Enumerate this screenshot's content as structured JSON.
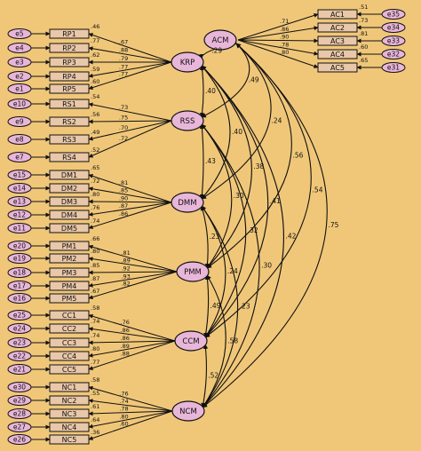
{
  "colors": {
    "background": "#f0c779",
    "latent_fill": "#e8b6d9",
    "error_fill": "#e8b6d9",
    "indicator_fill": "#e9c7a9",
    "line": "#111111"
  },
  "latent_variables": [
    {
      "id": "ACM",
      "label": "ACM"
    },
    {
      "id": "KRP",
      "label": "KRP"
    },
    {
      "id": "RSS",
      "label": "RSS"
    },
    {
      "id": "DMM",
      "label": "DMM"
    },
    {
      "id": "PMM",
      "label": "PMM"
    },
    {
      "id": "CCM",
      "label": "CCM"
    },
    {
      "id": "NCM",
      "label": "NCM"
    }
  ],
  "measurement_blocks": [
    {
      "latent": "ACM",
      "items": [
        {
          "indicator": "AC1",
          "error": "e35",
          "loading": ".71",
          "r2": ".51"
        },
        {
          "indicator": "AC2",
          "error": "e34",
          "loading": ".86",
          "r2": ".73"
        },
        {
          "indicator": "AC3",
          "error": "e33",
          "loading": ".90",
          "r2": ".81"
        },
        {
          "indicator": "AC4",
          "error": "e32",
          "loading": ".78",
          "r2": ".60"
        },
        {
          "indicator": "AC5",
          "error": "e31",
          "loading": ".80",
          "r2": ".65"
        }
      ]
    },
    {
      "latent": "KRP",
      "items": [
        {
          "indicator": "RP1",
          "error": "e5",
          "loading": ".67",
          "r2": ".46"
        },
        {
          "indicator": "RP2",
          "error": "e4",
          "loading": ".88",
          "r2": ".77"
        },
        {
          "indicator": "RP3",
          "error": "e3",
          "loading": ".79",
          "r2": ".62"
        },
        {
          "indicator": "RP4",
          "error": "e2",
          "loading": ".77",
          "r2": ".59"
        },
        {
          "indicator": "RP5",
          "error": "e1",
          "loading": ".77",
          "r2": ".60"
        }
      ]
    },
    {
      "latent": "RSS",
      "items": [
        {
          "indicator": "RS1",
          "error": "e10",
          "loading": ".73",
          "r2": ".54"
        },
        {
          "indicator": "RS2",
          "error": "e9",
          "loading": ".75",
          "r2": ".56"
        },
        {
          "indicator": "RS3",
          "error": "e8",
          "loading": ".70",
          "r2": ".49"
        },
        {
          "indicator": "RS4",
          "error": "e7",
          "loading": ".72",
          "r2": ".52"
        }
      ]
    },
    {
      "latent": "DMM",
      "items": [
        {
          "indicator": "DM1",
          "error": "e15",
          "loading": ".81",
          "r2": ".65"
        },
        {
          "indicator": "DM2",
          "error": "e14",
          "loading": ".85",
          "r2": ".72"
        },
        {
          "indicator": "DM3",
          "error": "e13",
          "loading": ".90",
          "r2": ".80"
        },
        {
          "indicator": "DM4",
          "error": "e12",
          "loading": ".87",
          "r2": ".76"
        },
        {
          "indicator": "DM5",
          "error": "e11",
          "loading": ".86",
          "r2": ".74"
        }
      ]
    },
    {
      "latent": "PMM",
      "items": [
        {
          "indicator": "PM1",
          "error": "e20",
          "loading": ".81",
          "r2": ".66"
        },
        {
          "indicator": "PM2",
          "error": "e19",
          "loading": ".89",
          "r2": ".80"
        },
        {
          "indicator": "PM3",
          "error": "e18",
          "loading": ".92",
          "r2": ".85"
        },
        {
          "indicator": "PM4",
          "error": "e17",
          "loading": ".93",
          "r2": ".87"
        },
        {
          "indicator": "PM5",
          "error": "e16",
          "loading": ".82",
          "r2": ".67"
        }
      ]
    },
    {
      "latent": "CCM",
      "items": [
        {
          "indicator": "CC1",
          "error": "e25",
          "loading": ".76",
          "r2": ".58"
        },
        {
          "indicator": "CC2",
          "error": "e24",
          "loading": ".86",
          "r2": ".74"
        },
        {
          "indicator": "CC3",
          "error": "e23",
          "loading": ".86",
          "r2": ".74"
        },
        {
          "indicator": "CC4",
          "error": "e22",
          "loading": ".89",
          "r2": ".80"
        },
        {
          "indicator": "CC5",
          "error": "e21",
          "loading": ".88",
          "r2": ".77"
        }
      ]
    },
    {
      "latent": "NCM",
      "items": [
        {
          "indicator": "NC1",
          "error": "e30",
          "loading": ".76",
          "r2": ".58"
        },
        {
          "indicator": "NC2",
          "error": "e29",
          "loading": ".74",
          "r2": ".55"
        },
        {
          "indicator": "NC3",
          "error": "e28",
          "loading": ".78",
          "r2": ".61"
        },
        {
          "indicator": "NC4",
          "error": "e27",
          "loading": ".80",
          "r2": ".64"
        },
        {
          "indicator": "NC5",
          "error": "e26",
          "loading": ".60",
          "r2": ".36"
        }
      ]
    }
  ],
  "correlations": [
    {
      "from": "ACM",
      "to": "KRP",
      "value": ".29"
    },
    {
      "from": "KRP",
      "to": "RSS",
      "value": ".40"
    },
    {
      "from": "ACM",
      "to": "RSS",
      "value": ".49"
    },
    {
      "from": "KRP",
      "to": "DMM",
      "value": ".40"
    },
    {
      "from": "ACM",
      "to": "DMM",
      "value": ".24"
    },
    {
      "from": "RSS",
      "to": "DMM",
      "value": ".43"
    },
    {
      "from": "RSS",
      "to": "PMM",
      "value": ".30"
    },
    {
      "from": "KRP",
      "to": "PMM",
      "value": ".38"
    },
    {
      "from": "ACM",
      "to": "PMM",
      "value": ".56"
    },
    {
      "from": "DMM",
      "to": "PMM",
      "value": ".23"
    },
    {
      "from": "ACM",
      "to": "CCM",
      "value": ".54"
    },
    {
      "from": "KRP",
      "to": "CCM",
      "value": ".41"
    },
    {
      "from": "RSS",
      "to": "CCM",
      "value": ".32"
    },
    {
      "from": "DMM",
      "to": "CCM",
      "value": ".24"
    },
    {
      "from": "PMM",
      "to": "CCM",
      "value": ".49"
    },
    {
      "from": "ACM",
      "to": "NCM",
      "value": ".75"
    },
    {
      "from": "KRP",
      "to": "NCM",
      "value": ".42"
    },
    {
      "from": "RSS",
      "to": "NCM",
      "value": ".30"
    },
    {
      "from": "DMM",
      "to": "NCM",
      "value": ".23"
    },
    {
      "from": "PMM",
      "to": "NCM",
      "value": ".58"
    },
    {
      "from": "CCM",
      "to": "NCM",
      "value": ".52"
    }
  ]
}
